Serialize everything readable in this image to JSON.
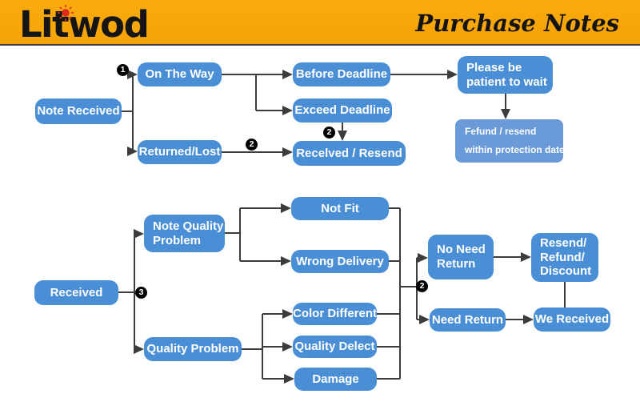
{
  "header": {
    "logo_text": "Litwod",
    "title": "Purchase Notes"
  },
  "colors": {
    "header_bg": "#F7A70B",
    "header_rule": "#44403A",
    "node_blue": "#4A8FD6",
    "node_soft_blue": "#6A9AD8",
    "connector_line": "#3C3C3C",
    "node_text": "#FFFFFF",
    "logo_sun_red": "#DC2B1F",
    "logo_text_color": "#151515"
  },
  "markers": {
    "step1": "1",
    "step2": "2",
    "step3": "3"
  },
  "nodes": {
    "note_received": {
      "lines": [
        "Note Received"
      ]
    },
    "on_the_way": {
      "lines": [
        "On The Way"
      ]
    },
    "returned_lost": {
      "lines": [
        "Returned/Lost"
      ]
    },
    "before_deadline": {
      "lines": [
        "Before Deadline"
      ]
    },
    "exceed_deadline": {
      "lines": [
        "Exceed Deadline"
      ]
    },
    "recelved_resend": {
      "lines": [
        "Recelved / Resend"
      ]
    },
    "please_wait": {
      "lines": [
        "Please be",
        "patient to wait"
      ]
    },
    "refund_protection": {
      "lines": [
        "Fefund / resend",
        "within protection date"
      ]
    },
    "received": {
      "lines": [
        "Received"
      ]
    },
    "note_quality_problem": {
      "lines": [
        "Note Quality",
        "Problem"
      ]
    },
    "quality_problem": {
      "lines": [
        "Quality Problem"
      ]
    },
    "not_fit": {
      "lines": [
        "Not Fit"
      ]
    },
    "wrong_delivery": {
      "lines": [
        "Wrong Delivery"
      ]
    },
    "color_different": {
      "lines": [
        "Color Different"
      ]
    },
    "quality_delect": {
      "lines": [
        "Quality Delect"
      ]
    },
    "damage": {
      "lines": [
        "Damage"
      ]
    },
    "no_need_return": {
      "lines": [
        "No Need",
        "Return"
      ]
    },
    "need_return": {
      "lines": [
        "Need Return"
      ]
    },
    "resend_refund_discount": {
      "lines": [
        "Resend/",
        "Refund/",
        "Discount"
      ]
    },
    "we_received": {
      "lines": [
        "We Received"
      ]
    }
  }
}
